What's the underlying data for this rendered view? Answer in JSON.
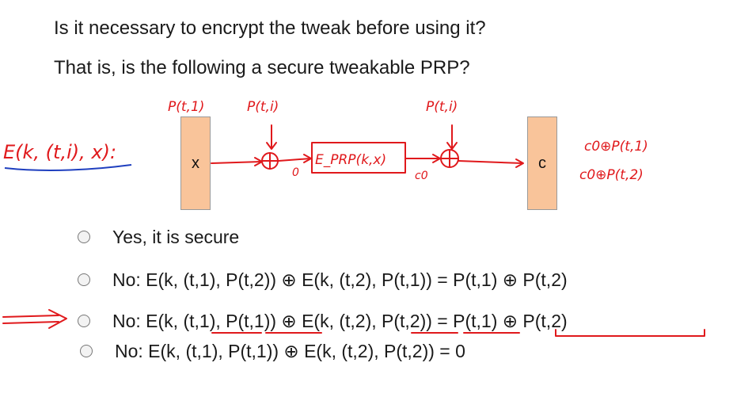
{
  "slide": {
    "question_1": "Is it necessary to encrypt the tweak before using it?",
    "question_2": "That is, is the following a secure tweakable PRP?",
    "options": [
      {
        "label": "Yes, it is secure"
      },
      {
        "label": "No:  E(k, (t,1), P(t,2)) ⊕ E(k, (t,2), P(t,1)) = P(t,1) ⊕ P(t,2)"
      },
      {
        "label": "No:  E(k, (t,1), P(t,1)) ⊕ E(k, (t,2), P(t,2)) = P(t,1) ⊕ P(t,2)"
      },
      {
        "label": "No:  E(k, (t,1), P(t,1)) ⊕ E(k, (t,2), P(t,2)) = 0"
      }
    ]
  },
  "diagram": {
    "input_box_label": "x",
    "output_box_label": "c"
  },
  "annotations": {
    "ink_color": "#e0191c",
    "underline_color": "#1f3fbf",
    "lhs_text": "E(k, (t,i), x):",
    "p_t1": "P(t,1)",
    "p_ti_left": "P(t,i)",
    "p_ti_right": "P(t,i)",
    "e_prp": "E_PRP(k,x)",
    "zero_mark": "0",
    "c0_mark": "c0",
    "out_line_1": "c0⊕P(t,1)",
    "out_line_2": "c0⊕P(t,2)"
  }
}
